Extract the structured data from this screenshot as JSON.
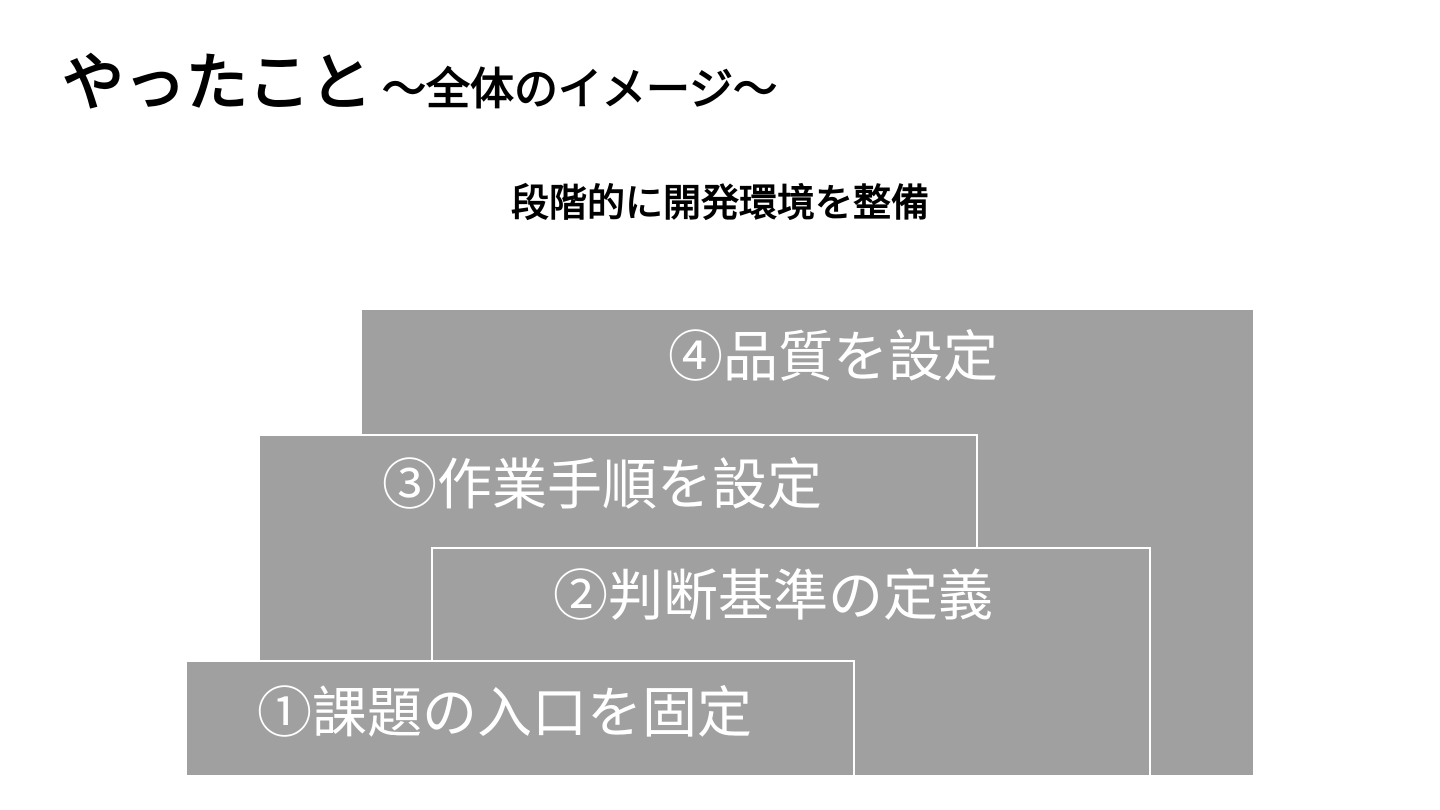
{
  "slide": {
    "title_main": "やったこと",
    "title_sub": "～全体のイメージ～",
    "subtitle": "段階的に開発環境を整備"
  },
  "steps": [
    {
      "label": "①課題の入口を固定"
    },
    {
      "label": "②判断基準の定義"
    },
    {
      "label": "③作業手順を設定"
    },
    {
      "label": "④品質を設定"
    }
  ],
  "colors": {
    "step_fill": "#a0a0a0",
    "step_text": "#ffffff",
    "background": "#ffffff"
  }
}
